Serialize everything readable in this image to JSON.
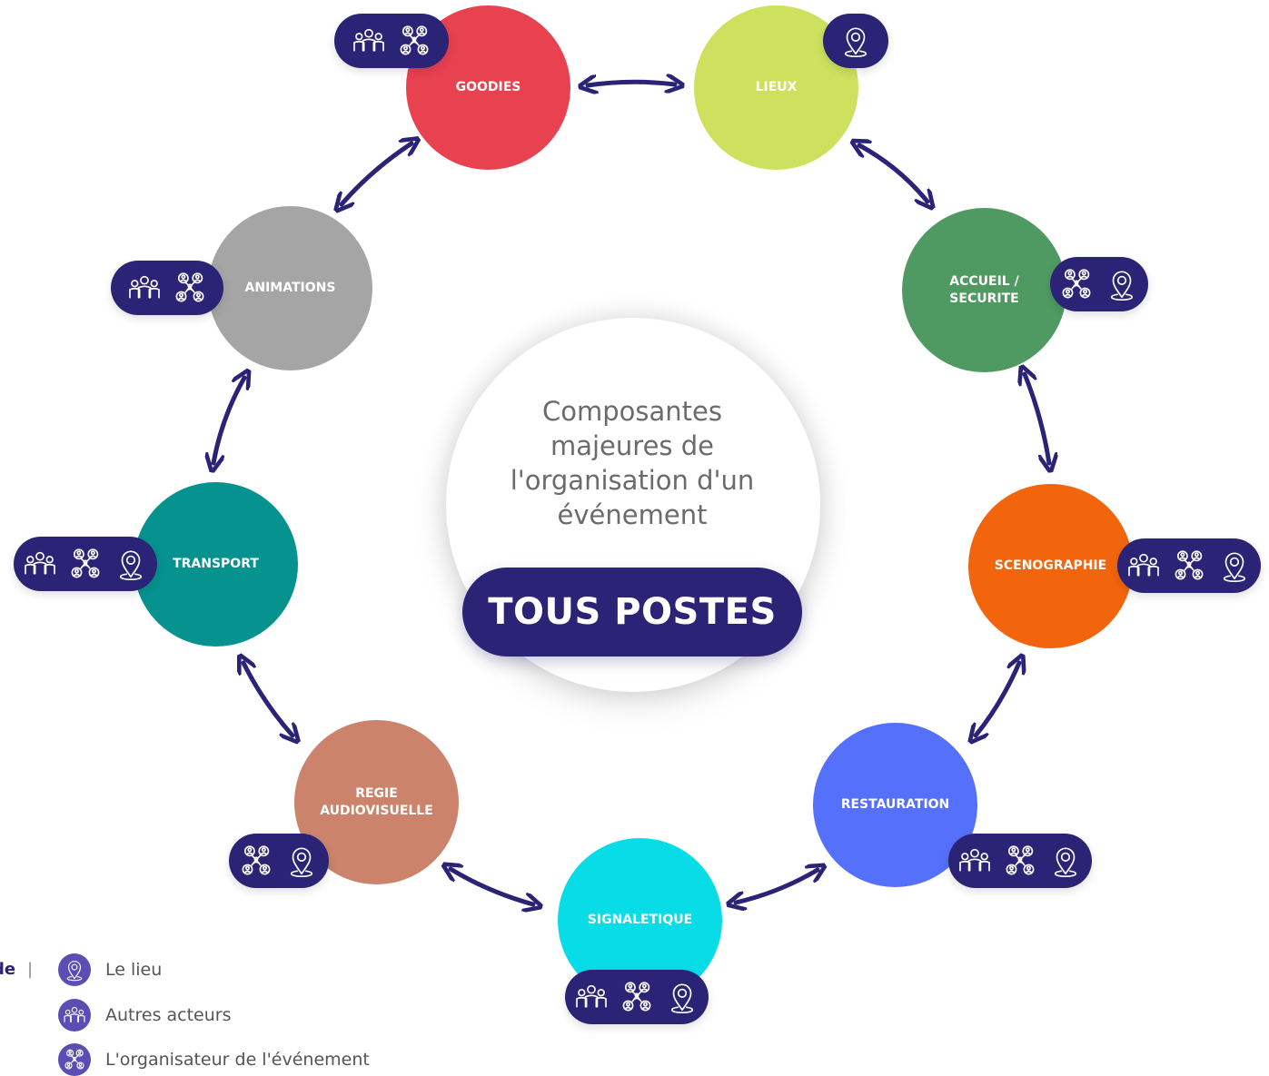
{
  "center": {
    "description": "Composantes majeures de l'organisation d'un événement",
    "button_label": "TOUS POSTES"
  },
  "nodes": [
    {
      "id": "goodies",
      "label": "GOODIES",
      "color": "#e84150",
      "icons": [
        "autres-acteurs-icon",
        "organisateur-icon"
      ]
    },
    {
      "id": "lieux",
      "label": "LIEUX",
      "color": "#cde15f",
      "icons": [
        "lieu-icon"
      ]
    },
    {
      "id": "accueil",
      "label": "ACCUEIL /\nSECURITE",
      "color": "#4f9a63",
      "icons": [
        "organisateur-icon",
        "lieu-icon"
      ]
    },
    {
      "id": "scenographie",
      "label": "SCENOGRAPHIE",
      "color": "#f2650c",
      "icons": [
        "autres-acteurs-icon",
        "organisateur-icon",
        "lieu-icon"
      ]
    },
    {
      "id": "restauration",
      "label": "RESTAURATION",
      "color": "#5570fa",
      "icons": [
        "autres-acteurs-icon",
        "organisateur-icon",
        "lieu-icon"
      ]
    },
    {
      "id": "signaletique",
      "label": "SIGNALETIQUE",
      "color": "#08dce6",
      "icons": [
        "autres-acteurs-icon",
        "organisateur-icon",
        "lieu-icon"
      ]
    },
    {
      "id": "regie",
      "label": "REGIE\nAUDIOVISUELLE",
      "color": "#cb846b",
      "icons": [
        "organisateur-icon",
        "lieu-icon"
      ]
    },
    {
      "id": "transport",
      "label": "TRANSPORT",
      "color": "#06928f",
      "icons": [
        "autres-acteurs-icon",
        "organisateur-icon",
        "lieu-icon"
      ]
    },
    {
      "id": "animations",
      "label": "ANIMATIONS",
      "color": "#a5a5a5",
      "icons": [
        "autres-acteurs-icon",
        "organisateur-icon"
      ]
    }
  ],
  "legend": {
    "title_fragment": "de",
    "items": [
      {
        "icon": "lieu-icon",
        "label": "Le lieu"
      },
      {
        "icon": "autres-acteurs-icon",
        "label": "Autres acteurs"
      },
      {
        "icon": "organisateur-icon",
        "label": "L'organisateur de l'événement"
      }
    ]
  },
  "colors": {
    "accent": "#2b2375",
    "arrow": "#2b2375",
    "legend_dot": "#5a4db3"
  }
}
